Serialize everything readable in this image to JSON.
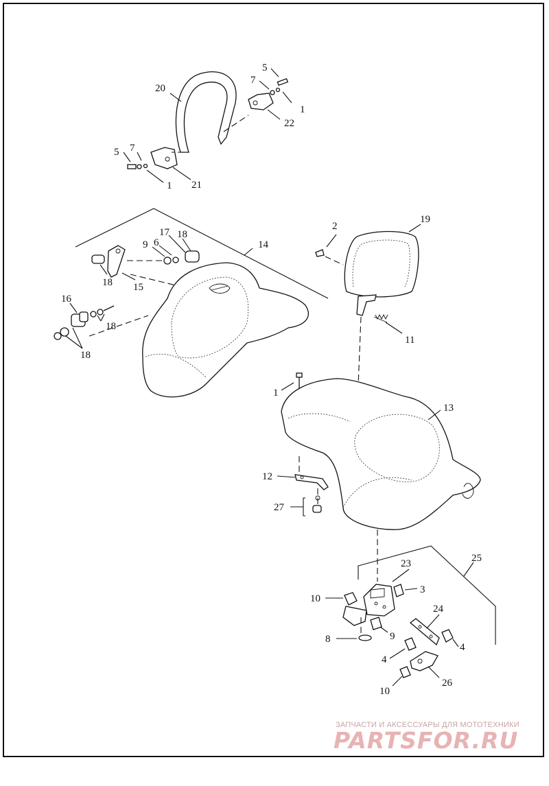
{
  "labels": {
    "l20": "20",
    "l5a": "5",
    "l7a": "7",
    "l1a": "1",
    "l22": "22",
    "l5b": "5",
    "l7b": "7",
    "l1b": "1",
    "l21": "21",
    "l2": "2",
    "l19": "19",
    "l17": "17",
    "l18a": "18",
    "l9a": "9",
    "l6": "6",
    "l14": "14",
    "l18b": "18",
    "l15": "15",
    "l16": "16",
    "l18c": "18",
    "l18d": "18",
    "l11": "11",
    "l1c": "1",
    "l13": "13",
    "l12": "12",
    "l27": "27",
    "l25": "25",
    "l23": "23",
    "l3": "3",
    "l10a": "10",
    "l9b": "9",
    "l24": "24",
    "l8": "8",
    "l4a": "4",
    "l4b": "4",
    "l26": "26",
    "l10b": "10"
  },
  "watermark": {
    "caption": "ЗАПЧАСТИ И АКСЕССУАРЫ ДЛЯ МОТОТЕХНИКИ",
    "logo": "PARTSFOR.RU"
  }
}
